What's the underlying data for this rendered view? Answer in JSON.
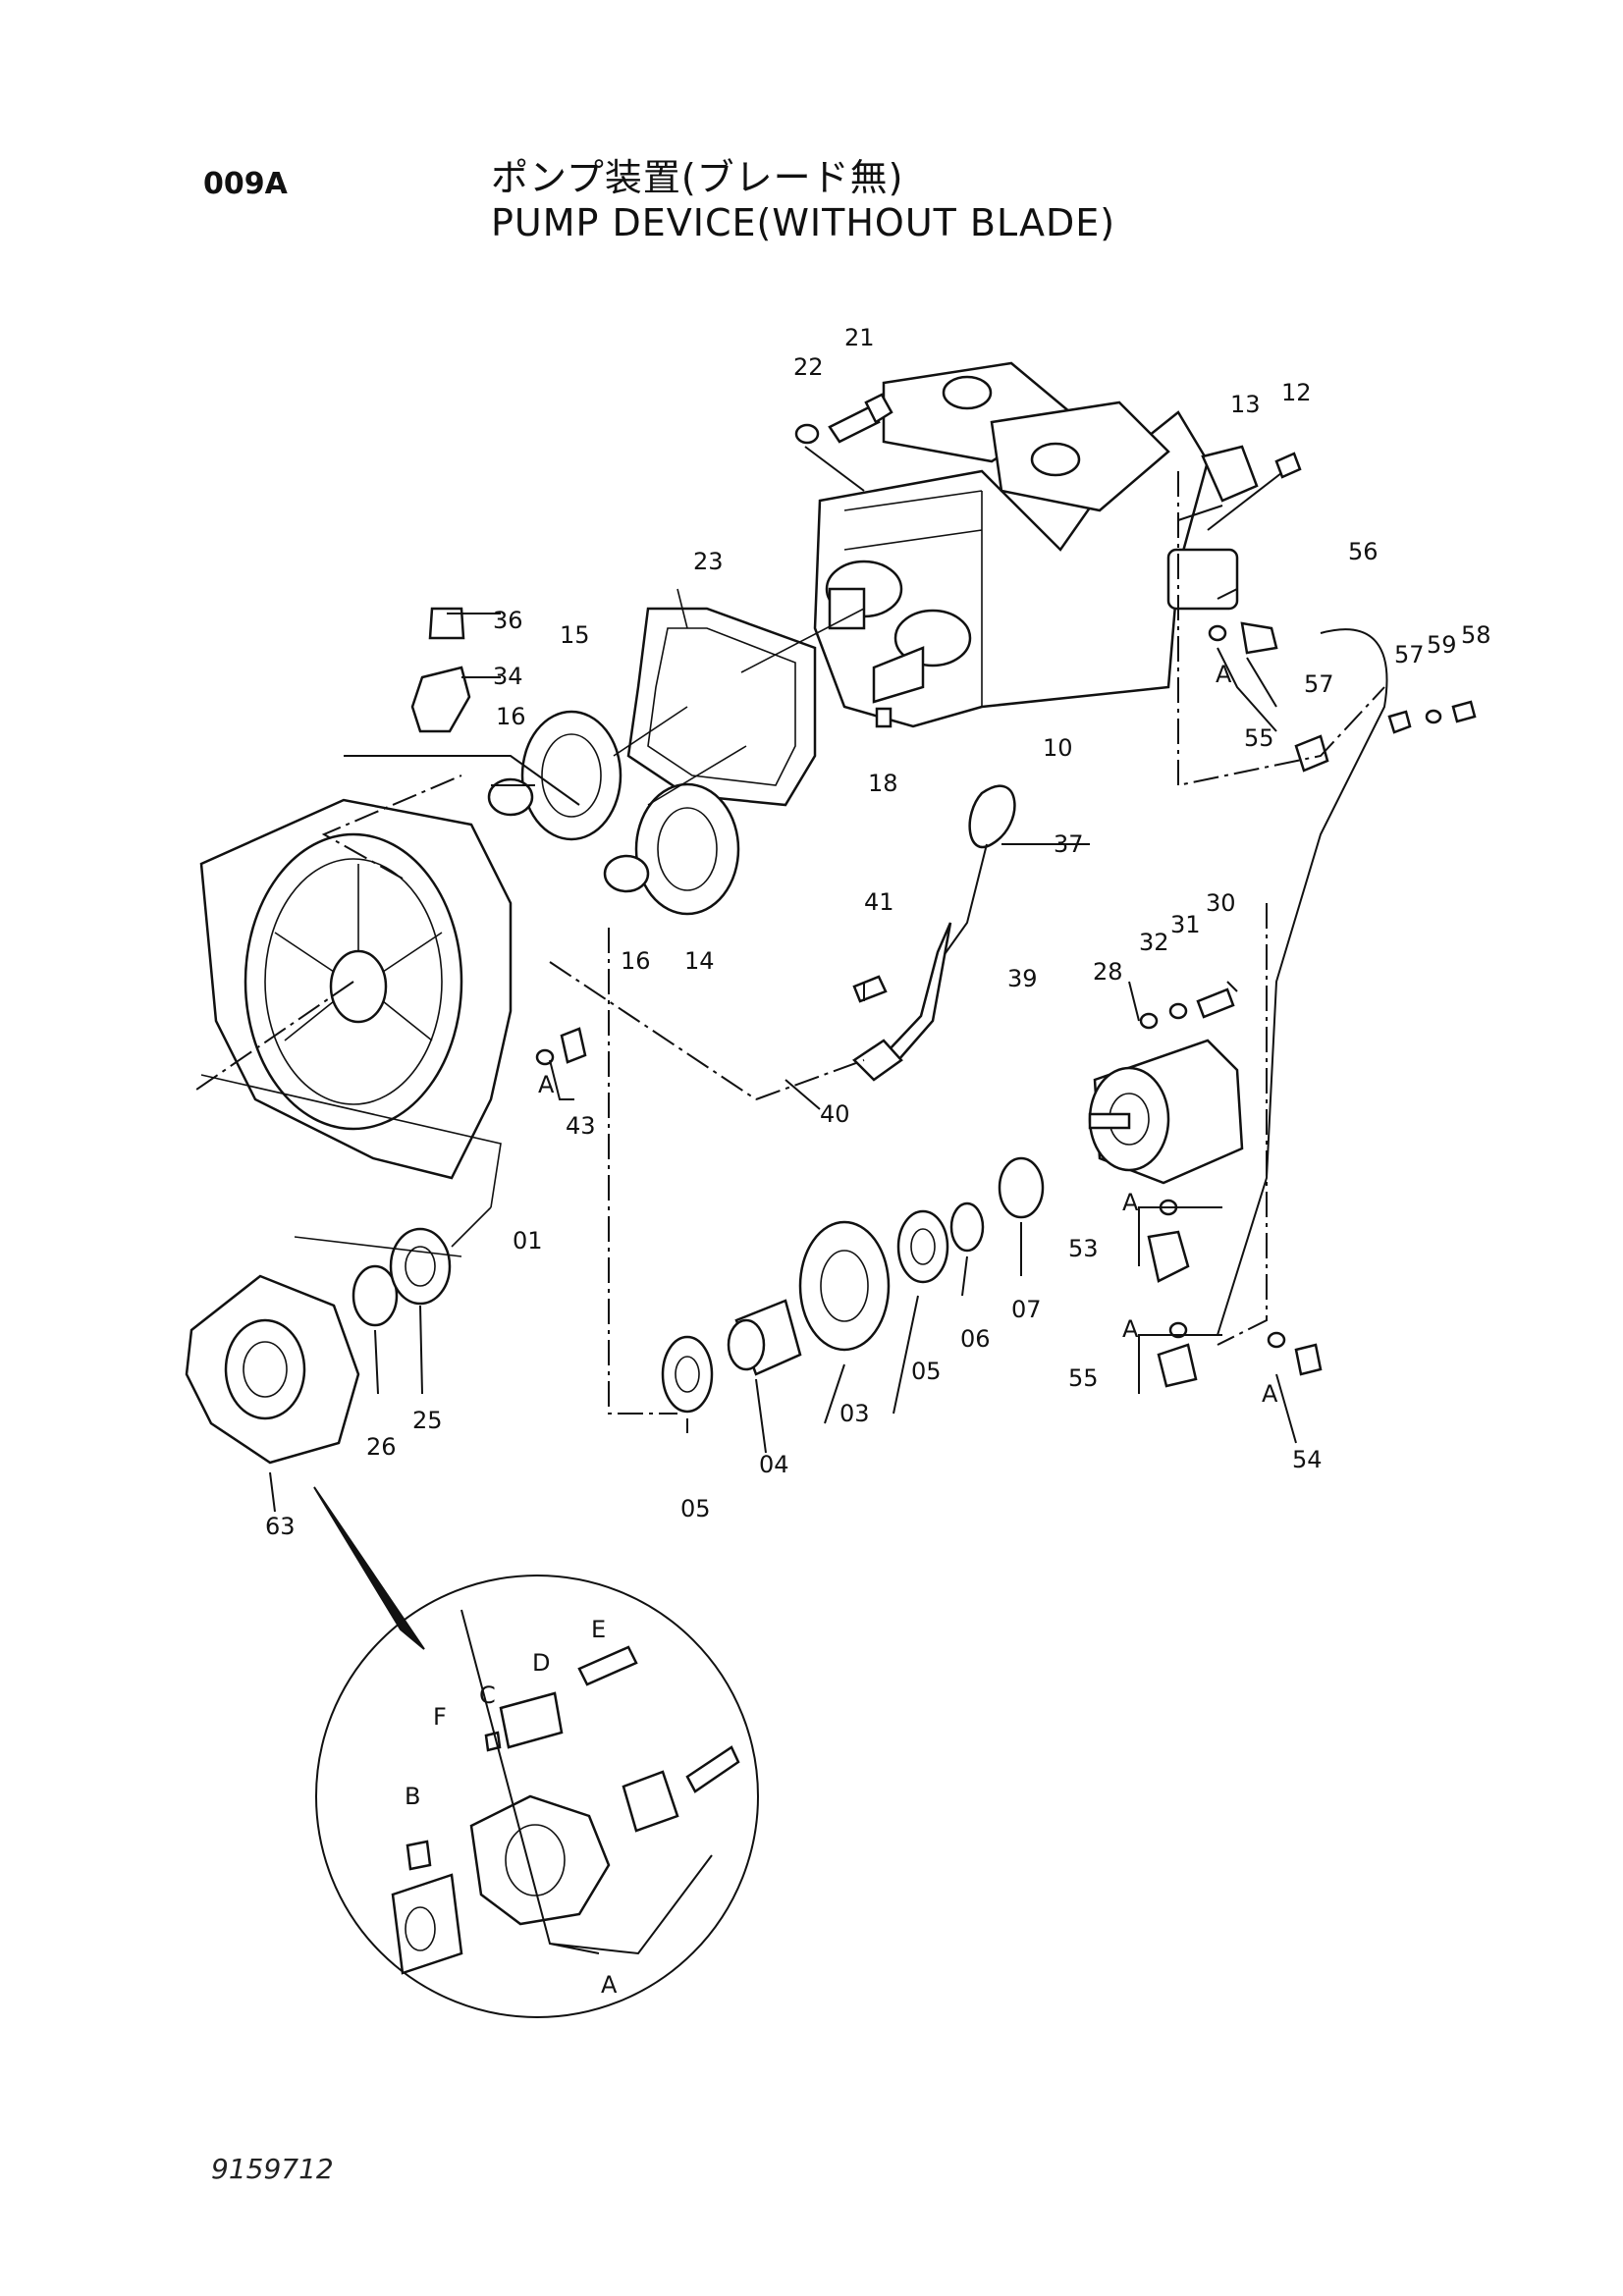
{
  "page_code": "009A",
  "title_jp": "ポンプ装置(ブレード無)",
  "title_en": "PUMP DEVICE(WITHOUT BLADE)",
  "drawing_number": "9159712",
  "callouts": {
    "c21": "21",
    "c22": "22",
    "c13": "13",
    "c12": "12",
    "c23": "23",
    "c36": "36",
    "c15": "15",
    "c34": "34",
    "c16a": "16",
    "c16b": "16",
    "c14": "14",
    "c18": "18",
    "c10": "10",
    "c56": "56",
    "c57a": "57",
    "c57b": "57",
    "c59": "59",
    "c58": "58",
    "c55a": "55",
    "c37": "37",
    "c41": "41",
    "c39": "39",
    "c30": "30",
    "c31": "31",
    "c32": "32",
    "c28": "28",
    "c43": "43",
    "c40": "40",
    "c01": "01",
    "c07": "07",
    "c06": "06",
    "c05a": "05",
    "c03": "03",
    "c04": "04",
    "c05b": "05",
    "c53": "53",
    "c55b": "55",
    "c54": "54",
    "c25": "25",
    "c26": "26",
    "c63": "63",
    "oringA1": "A",
    "oringA2": "A",
    "oringA3": "A",
    "oringA4": "A",
    "oringA5": "A",
    "detA": "A",
    "detB": "B",
    "detC": "C",
    "detD": "D",
    "detE": "E",
    "detF": "F"
  }
}
